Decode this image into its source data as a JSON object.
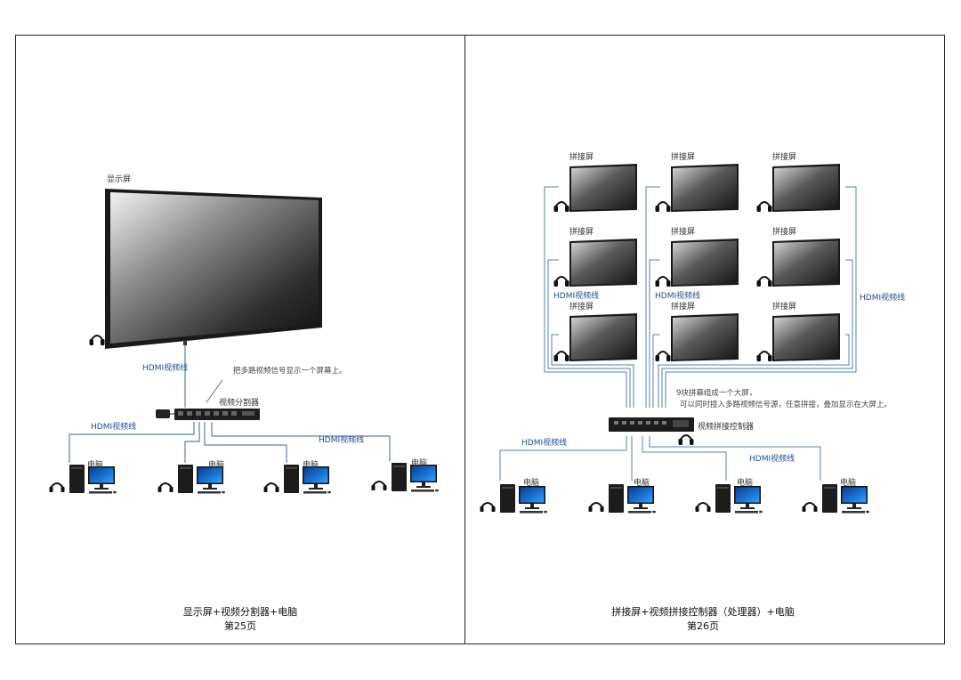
{
  "pages": [
    {
      "number": 25,
      "caption": "显示屏+视频分割器+电脑",
      "page_label": "第25页",
      "display_label": "显示屏",
      "cable_top_label": "HDMI视频线",
      "splitter_label": "视频分割器",
      "note": "把多路视频信号显示一个屏幕上。",
      "cable_left_label": "HDMI视频线",
      "cable_right_label": "HDMI视频线",
      "computers": [
        "电脑",
        "电脑",
        "电脑",
        "电脑"
      ]
    },
    {
      "number": 26,
      "caption": "拼接屏+视频拼接控制器（处理器）+电脑",
      "page_label": "第26页",
      "screens": [
        "拼接屏",
        "拼接屏",
        "拼接屏",
        "拼接屏",
        "拼接屏",
        "拼接屏",
        "拼接屏",
        "拼接屏",
        "拼接屏"
      ],
      "cable_left_label": "HDMI视频线",
      "cable_mid_label": "HDMI视频线",
      "cable_right_label": "HDMI视频线",
      "note_line1": "9块拼幕组成一个大屏，",
      "note_line2": "可以同时接入多路视频信号源，任意拼接，叠加显示在大屏上。",
      "controller_label": "视频拼接控制器",
      "cable_bottom_left_label": "HDMI视频线",
      "cable_bottom_right_label": "HDMI视频线",
      "computers": [
        "电脑",
        "电脑",
        "电脑",
        "电脑"
      ]
    }
  ],
  "colors": {
    "cable": "#5a7fb0",
    "frame": "#222222"
  }
}
